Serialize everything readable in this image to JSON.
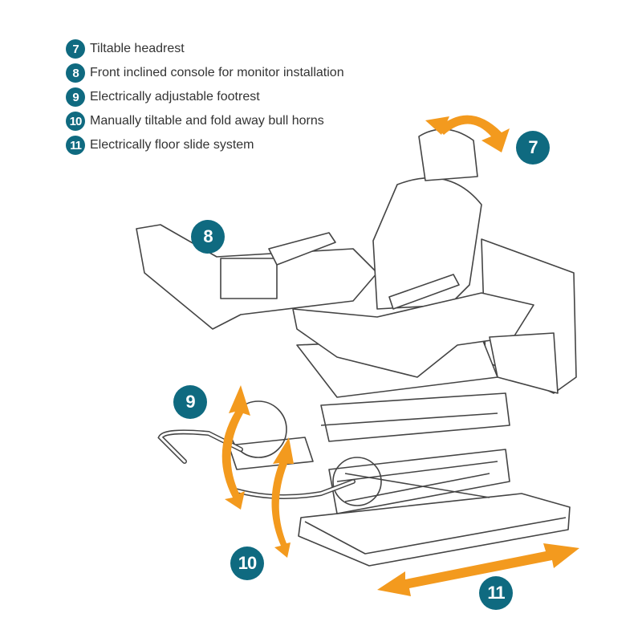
{
  "legend": [
    {
      "num": "7",
      "text": "Tiltable headrest"
    },
    {
      "num": "8",
      "text": "Front inclined console for monitor installation"
    },
    {
      "num": "9",
      "text": "Electrically adjustable footrest"
    },
    {
      "num": "10",
      "text": "Manually tiltable and fold away bull horns"
    },
    {
      "num": "11",
      "text": "Electrically floor slide system"
    }
  ],
  "callouts": {
    "headrest": "7",
    "console": "8",
    "footrest": "9",
    "bull_horns": "10",
    "floor_slide": "11"
  },
  "colors": {
    "badge": "#0f6a80",
    "arrow": "#f39a1e",
    "line": "#444444"
  }
}
